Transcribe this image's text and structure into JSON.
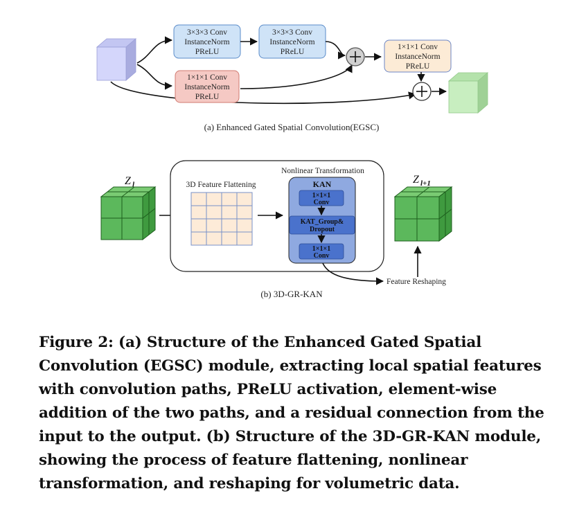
{
  "egsc": {
    "conv3a": [
      "3×3×3 Conv",
      "InstanceNorm",
      "PReLU"
    ],
    "conv3b": [
      "3×3×3 Conv",
      "InstanceNorm",
      "PReLU"
    ],
    "conv1a": [
      "1×1×1 Conv",
      "InstanceNorm",
      "PReLU"
    ],
    "conv1b": [
      "1×1×1 Conv",
      "InstanceNorm",
      "PReLU"
    ],
    "caption": "(a) Enhanced Gated  Spatial Convolution(EGSC)",
    "colors": {
      "input_cube": "#d4d6fb",
      "output_cube": "#c8eec0",
      "conv3": "#cfe3f7",
      "conv1_red": "#f5c9c4",
      "conv1_beige": "#fcebd6",
      "plus": "#d0d0d0"
    }
  },
  "kan_module": {
    "z_in_main": "Z",
    "z_in_sub": "l",
    "z_out_main": "Z",
    "z_out_sub": "l+1",
    "flatten_label": "3D Feature Flattening",
    "nonlinear_label": "Nonlinear Transformation",
    "kan_title": "KAN",
    "kan_conv1": [
      "1×1×1",
      "Conv"
    ],
    "kan_group": [
      "KAT_Group&",
      "Dropout"
    ],
    "kan_conv2": [
      "1×1×1",
      "Conv"
    ],
    "reshape_label": "Feature Reshaping",
    "caption": "(b) 3D-GR-KAN",
    "colors": {
      "cube_green": "#5cb85c",
      "grid_fill": "#fdebd8",
      "grid_line": "#7890c8",
      "kan_outer": "#8fa9e0",
      "kan_inner": "#4a72cc"
    }
  },
  "figure_caption": "Figure 2: (a) Structure of the Enhanced Gated Spatial Convolution (EGSC) module, extracting local spatial features with convolution paths, PReLU activation, element-wise addition of the two paths, and a residual connection from the input to the output. (b) Structure of the 3D-GR-KAN module, showing the process of feature flattening, nonlinear transformation, and reshaping for volumetric data."
}
